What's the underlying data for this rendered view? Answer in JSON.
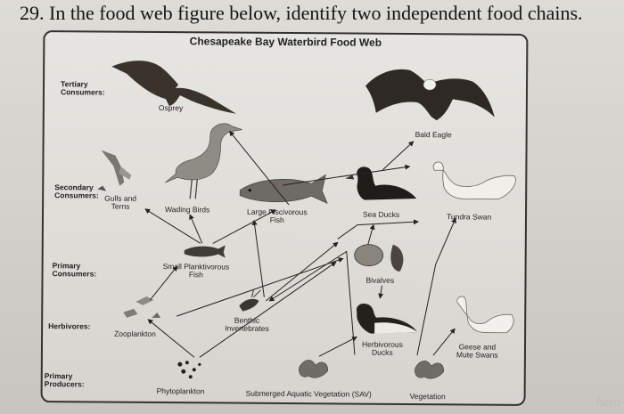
{
  "question": "29. In the food web figure below, identify two independent food chains.",
  "figure": {
    "title": "Chesapeake Bay Waterbird Food Web",
    "levels": {
      "tertiary": [
        "Tertiary",
        "Consumers:"
      ],
      "secondary": "Secondary",
      "secondary_inline": "Consumers:",
      "primary_consumers": [
        "Primary",
        "Consumers:"
      ],
      "herbivores": "Herbivores:",
      "primary_producers": [
        "Primary",
        "Producers:"
      ]
    },
    "organisms": {
      "osprey": "Osprey",
      "bald_eagle": "Bald Eagle",
      "gulls_terns": [
        "Gulls and",
        "Terns"
      ],
      "wading_birds": "Wading Birds",
      "piscivorous_fish": [
        "Large Piscivorous",
        "Fish"
      ],
      "sea_ducks": "Sea Ducks",
      "tundra_swan": "Tundra Swan",
      "planktivorous_fish": [
        "Small Planktivorous",
        "Fish"
      ],
      "bivalves": "Bivalves",
      "benthic_invertebrates": [
        "Benthic",
        "Invertebrates"
      ],
      "zooplankton": "Zooplankton",
      "herbivorous_ducks": [
        "Herbivorous",
        "Ducks"
      ],
      "geese_swans": [
        "Geese and",
        "Mute Swans"
      ],
      "phytoplankton": "Phytoplankton",
      "sav": "Submerged Aquatic Vegetation (SAV)",
      "vegetation": "Vegetation"
    },
    "watermark": "hero"
  }
}
